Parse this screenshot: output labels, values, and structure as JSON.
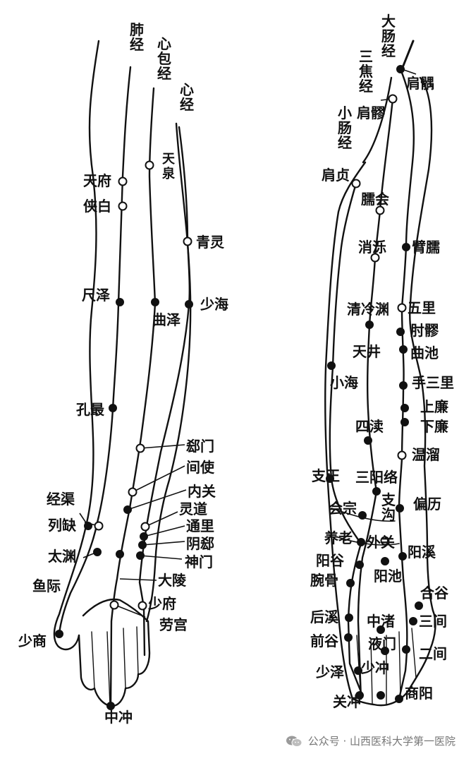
{
  "left_arm": {
    "meridians": {
      "lung": "肺经",
      "pericardium": "心包经",
      "heart": "心经"
    },
    "points": {
      "tianfu": "天府",
      "xiabai": "侠白",
      "chize": "尺泽",
      "kongzui": "孔最",
      "jingqu": "经渠",
      "lieque": "列缺",
      "taiyuan": "太渊",
      "yuji": "鱼际",
      "shaoshang": "少商",
      "tianquan": "天泉",
      "quze": "曲泽",
      "ximen": "郄门",
      "jianshi": "间使",
      "neiguan": "内关",
      "daling": "大陵",
      "laogong": "劳宫",
      "zhongchong": "中冲",
      "jiquan": "青灵",
      "shaohai": "少海",
      "lingdao": "灵道",
      "tongli": "通里",
      "yinxi": "阴郄",
      "shenmen": "神门",
      "shaofu": "少府"
    }
  },
  "right_arm": {
    "meridians": {
      "large_intestine": "大肠经",
      "sanjiao": "三焦经",
      "small_intestine": "小肠经"
    },
    "points": {
      "jianyu": "肩髃",
      "jianliao": "肩髎",
      "jianzhen": "肩贞",
      "naohui": "臑会",
      "xiaoluo": "消泺",
      "binao": "臂臑",
      "qinglengyuan": "清冷渊",
      "wuli": "五里",
      "zhouliao": "肘髎",
      "tianjing": "天井",
      "quchi": "曲池",
      "xiaohai": "小海",
      "shousanli": "手三里",
      "shanglian": "上廉",
      "sidu": "四渎",
      "xialian": "下廉",
      "wenliu": "温溜",
      "zhizheng": "支正",
      "sanyangluo": "三阳络",
      "pianli": "偏历",
      "huizong": "会宗",
      "zhigou": "支沟",
      "yanglao": "养老",
      "waiguan": "外关",
      "yangxi": "阳溪",
      "yanggu": "阳谷",
      "yangchi": "阳池",
      "wangu": "腕骨",
      "hegu": "合谷",
      "houxi": "后溪",
      "zhongzhu": "中渚",
      "sanjian": "三间",
      "qiangu": "前谷",
      "yemen": "液门",
      "erjian": "二间",
      "shaoze": "少泽",
      "shaochong": "少冲",
      "guanchong": "关冲",
      "shangyang": "商阳"
    }
  },
  "footer": {
    "text": "公众号 · 山西医科大学第一医院",
    "icon": "wechat-icon"
  }
}
